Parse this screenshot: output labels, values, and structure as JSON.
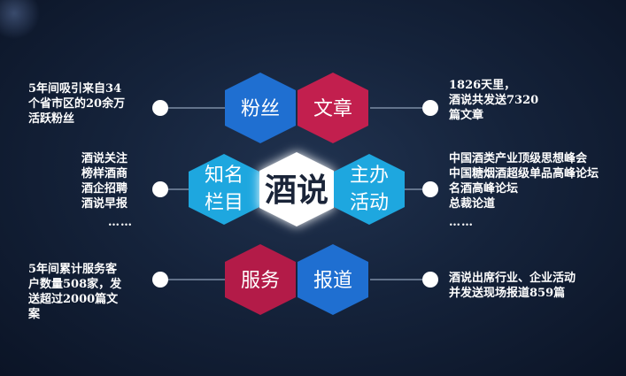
{
  "center": {
    "label": "酒说"
  },
  "hexagons": {
    "fans": {
      "label": "粉丝",
      "color": "#1f6fd1"
    },
    "articles": {
      "label": "文章",
      "color": "#c21f4e"
    },
    "columns": {
      "line1": "知名",
      "line2": "栏目",
      "color": "#1ea7df"
    },
    "events": {
      "line1": "主办",
      "line2": "活动",
      "color": "#1ea7df"
    },
    "service": {
      "label": "服务",
      "color": "#b31b48"
    },
    "reports": {
      "label": "报道",
      "color": "#1f6fd1"
    }
  },
  "callouts": {
    "fans_text": "5年间吸引来自34\n个省市区的20余万\n活跃粉丝",
    "articles_text": "1826天里，\n酒说共发送7320\n篇文章",
    "columns_text": "酒说关注\n榜样酒商\n酒企招聘\n酒说早报",
    "columns_more": "……",
    "events_text": "中国酒类产业顶级思想峰会\n中国糖烟酒超级单品高峰论坛\n名酒高峰论坛\n总裁论道",
    "events_more": "……",
    "service_text": "5年间累计服务客\n户数量508家，发\n送超过2000篇文\n案",
    "reports_text": "酒说出席行业、企业活动\n并发送现场报道859篇"
  }
}
